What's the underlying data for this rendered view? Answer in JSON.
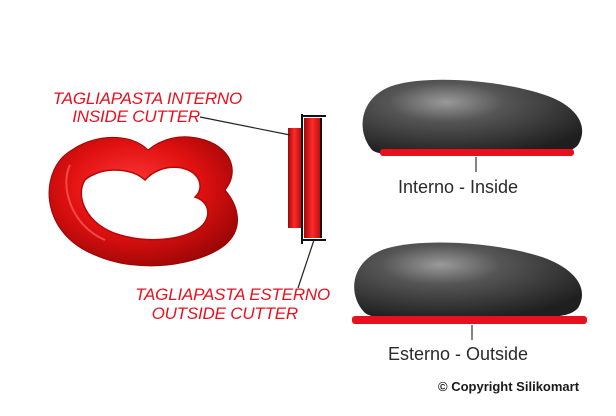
{
  "labels": {
    "inside_cutter_it": "TAGLIAPASTA INTERNO",
    "inside_cutter_en": "INSIDE CUTTER",
    "outside_cutter_it": "TAGLIAPASTA ESTERNO",
    "outside_cutter_en": "OUTSIDE CUTTER",
    "inside_caption": "Interno - Inside",
    "outside_caption": "Esterno - Outside",
    "copyright": "© Copyright Silikomart"
  },
  "colors": {
    "accent_red": "#e8101e",
    "dome_dark": "#3c3c3c",
    "text_dark": "#2a2a2a",
    "background": "#ffffff"
  }
}
